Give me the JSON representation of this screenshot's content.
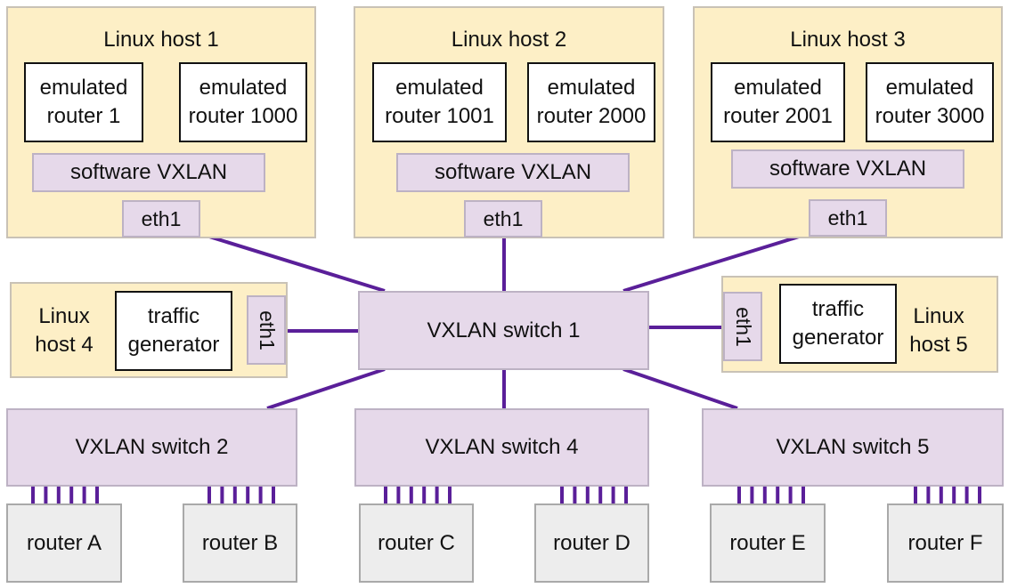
{
  "hosts": [
    {
      "title": "Linux host 1",
      "router_a": "emulated\nrouter 1",
      "router_b": "emulated\nrouter 1000",
      "vxlan": "software VXLAN",
      "eth": "eth1"
    },
    {
      "title": "Linux host 2",
      "router_a": "emulated\nrouter 1001",
      "router_b": "emulated\nrouter 2000",
      "vxlan": "software VXLAN",
      "eth": "eth1"
    },
    {
      "title": "Linux host 3",
      "router_a": "emulated\nrouter 2001",
      "router_b": "emulated\nrouter 3000",
      "vxlan": "software VXLAN",
      "eth": "eth1"
    }
  ],
  "side_hosts": [
    {
      "label": "Linux\nhost 4",
      "generator": "traffic\ngenerator",
      "eth": "eth1"
    },
    {
      "label": "Linux\nhost 5",
      "generator": "traffic\ngenerator",
      "eth": "eth1"
    }
  ],
  "switches": {
    "s1": "VXLAN switch 1",
    "s2": "VXLAN switch 2",
    "s4": "VXLAN switch 4",
    "s5": "VXLAN switch 5"
  },
  "routers": [
    "router A",
    "router B",
    "router C",
    "router D",
    "router E",
    "router F"
  ],
  "colors": {
    "host_fill": "#fdefc6",
    "switch_fill": "#e6d9ea",
    "link": "#5a1f99",
    "router_fill": "#ededed"
  }
}
